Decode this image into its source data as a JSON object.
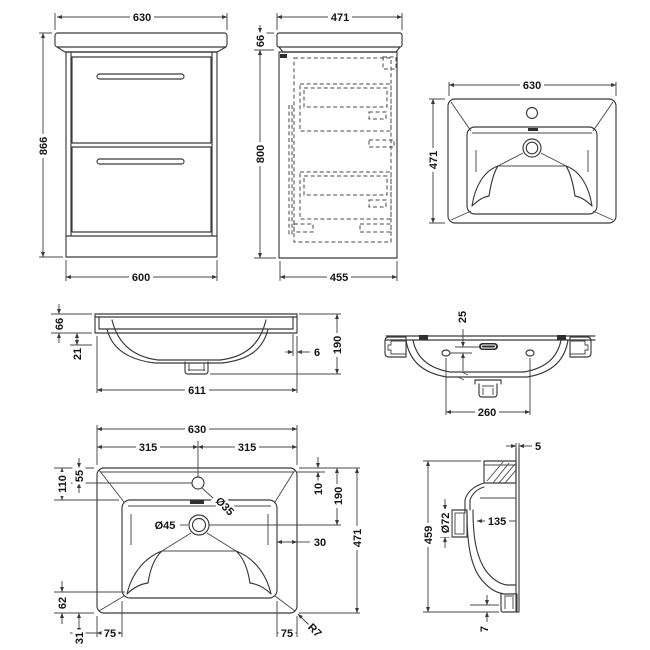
{
  "document": {
    "type": "technical-dimension-drawing",
    "subject": "vanity unit with basin",
    "units": "mm",
    "colors": {
      "line": "#3a3a3a",
      "text": "#151515",
      "background": "#ffffff"
    }
  },
  "views": {
    "vanity_front": {
      "width_top": "630",
      "height": "866",
      "width_bottom": "600"
    },
    "vanity_side": {
      "depth_top": "471",
      "basin_height": "66",
      "cabinet_height": "800",
      "depth_bottom": "455"
    },
    "basin_plan": {
      "width": "630",
      "depth": "471"
    },
    "basin_front_section": {
      "rim_height": "66",
      "apron_drop": "21",
      "inner_width": "611",
      "wall_thickness": "6",
      "total_height": "190"
    },
    "basin_underside": {
      "overflow_offset": "25",
      "fixing_centres": "260"
    },
    "basin_plan_detail": {
      "width": "630",
      "tap_left": "315",
      "tap_right": "315",
      "bowl_inset": "110",
      "tap_setback": "55",
      "tap_hole_dia": "Ø35",
      "waste_dia": "Ø45",
      "deck_edge": "10",
      "waste_setback": "190",
      "rim_width": "30",
      "depth": "471",
      "bowl_to_front": "62",
      "front_edge": "31",
      "side_left": "75",
      "side_right": "75",
      "corner_radius": "R7"
    },
    "basin_side_section": {
      "wall_thickness": "5",
      "height": "459",
      "overflow_dia": "Ø72",
      "depth_internal": "135",
      "outlet_depth": "7"
    }
  }
}
